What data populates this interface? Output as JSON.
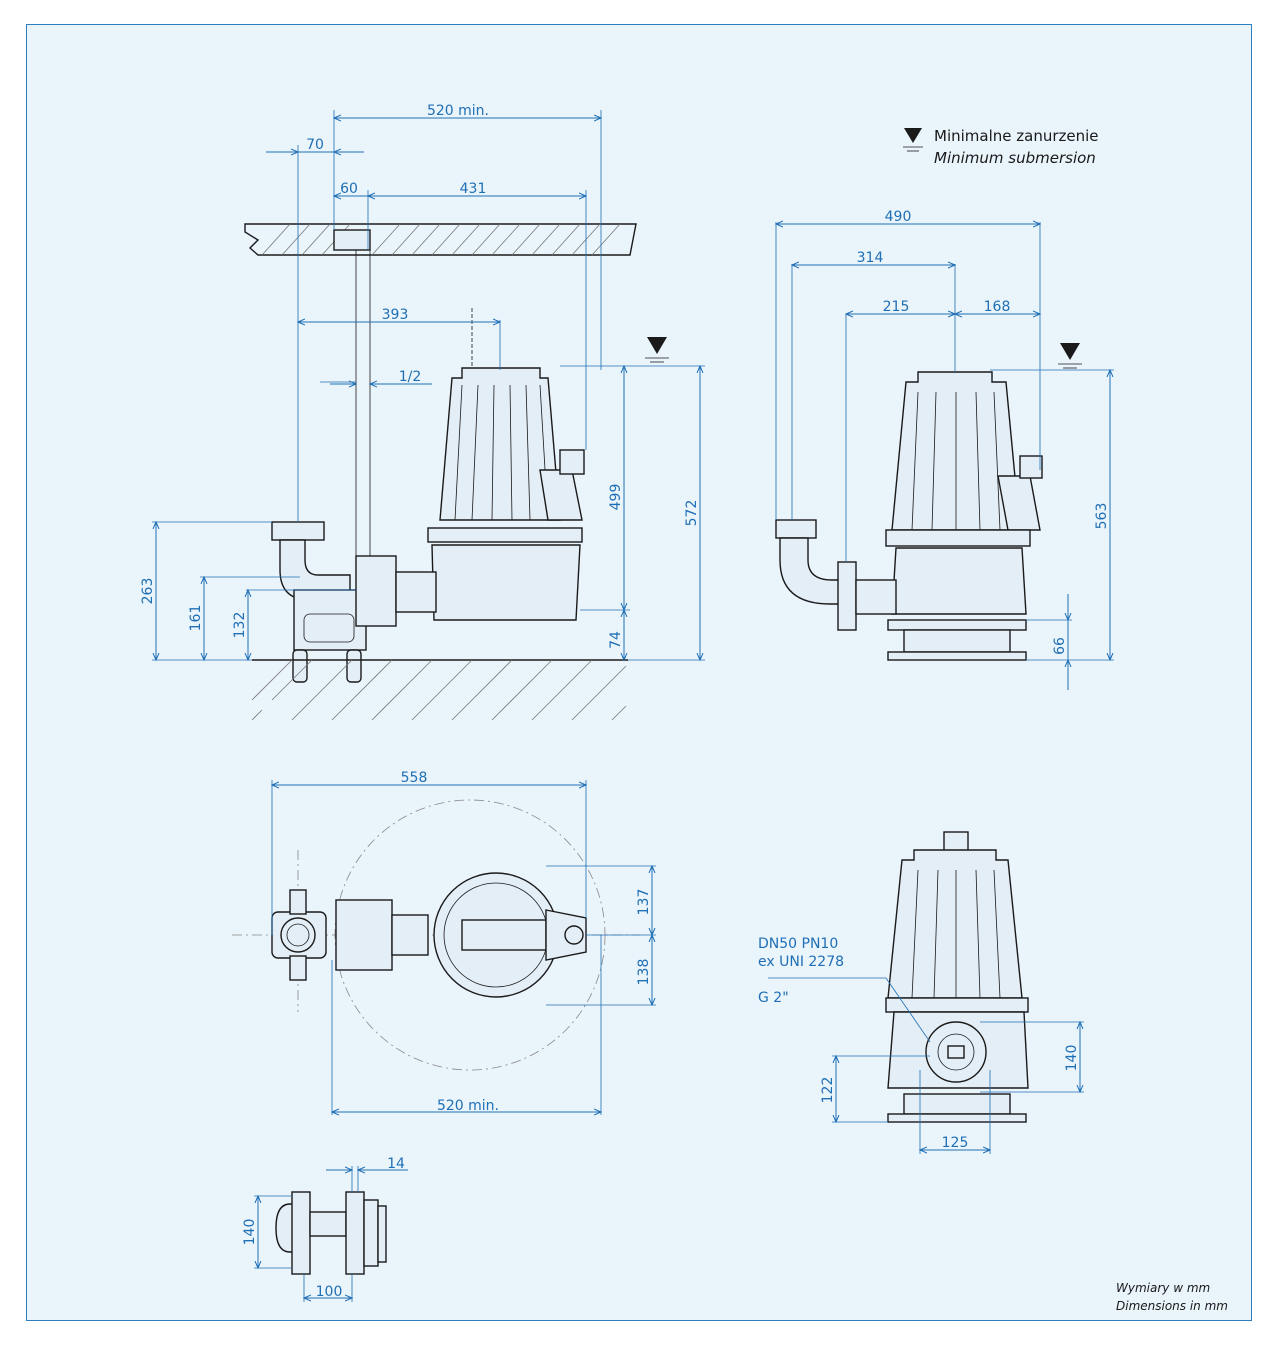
{
  "legend": {
    "symbol": "water-level-triangle-icon",
    "line1": "Minimalne zanurzenie",
    "line2": "Minimum submersion"
  },
  "units_note": {
    "line1": "Wymiary w mm",
    "line2": "Dimensions in mm"
  },
  "side_view": {
    "dim_520_min": "520 min.",
    "dim_70": "70",
    "dim_60": "60",
    "dim_431": "431",
    "dim_393": "393",
    "dim_1_2": "1/2",
    "dim_499": "499",
    "dim_572": "572",
    "dim_263": "263",
    "dim_161": "161",
    "dim_132": "132",
    "dim_74": "74"
  },
  "front_view": {
    "dim_490": "490",
    "dim_314": "314",
    "dim_215": "215",
    "dim_168": "168",
    "dim_563": "563",
    "dim_66": "66"
  },
  "top_view": {
    "dim_558": "558",
    "dim_137": "137",
    "dim_138": "138",
    "dim_520_min": "520 min."
  },
  "outlet_view": {
    "label_dn": "DN50 PN10",
    "label_uni": "ex UNI 2278",
    "label_thread": "G 2\"",
    "dim_140": "140",
    "dim_122": "122",
    "dim_125": "125"
  },
  "foot_view": {
    "dim_14": "14",
    "dim_140": "140",
    "dim_100": "100"
  },
  "colors": {
    "background": "#eaf4fb",
    "dimension": "#1f6fb5",
    "outline": "#1a1a1a"
  }
}
